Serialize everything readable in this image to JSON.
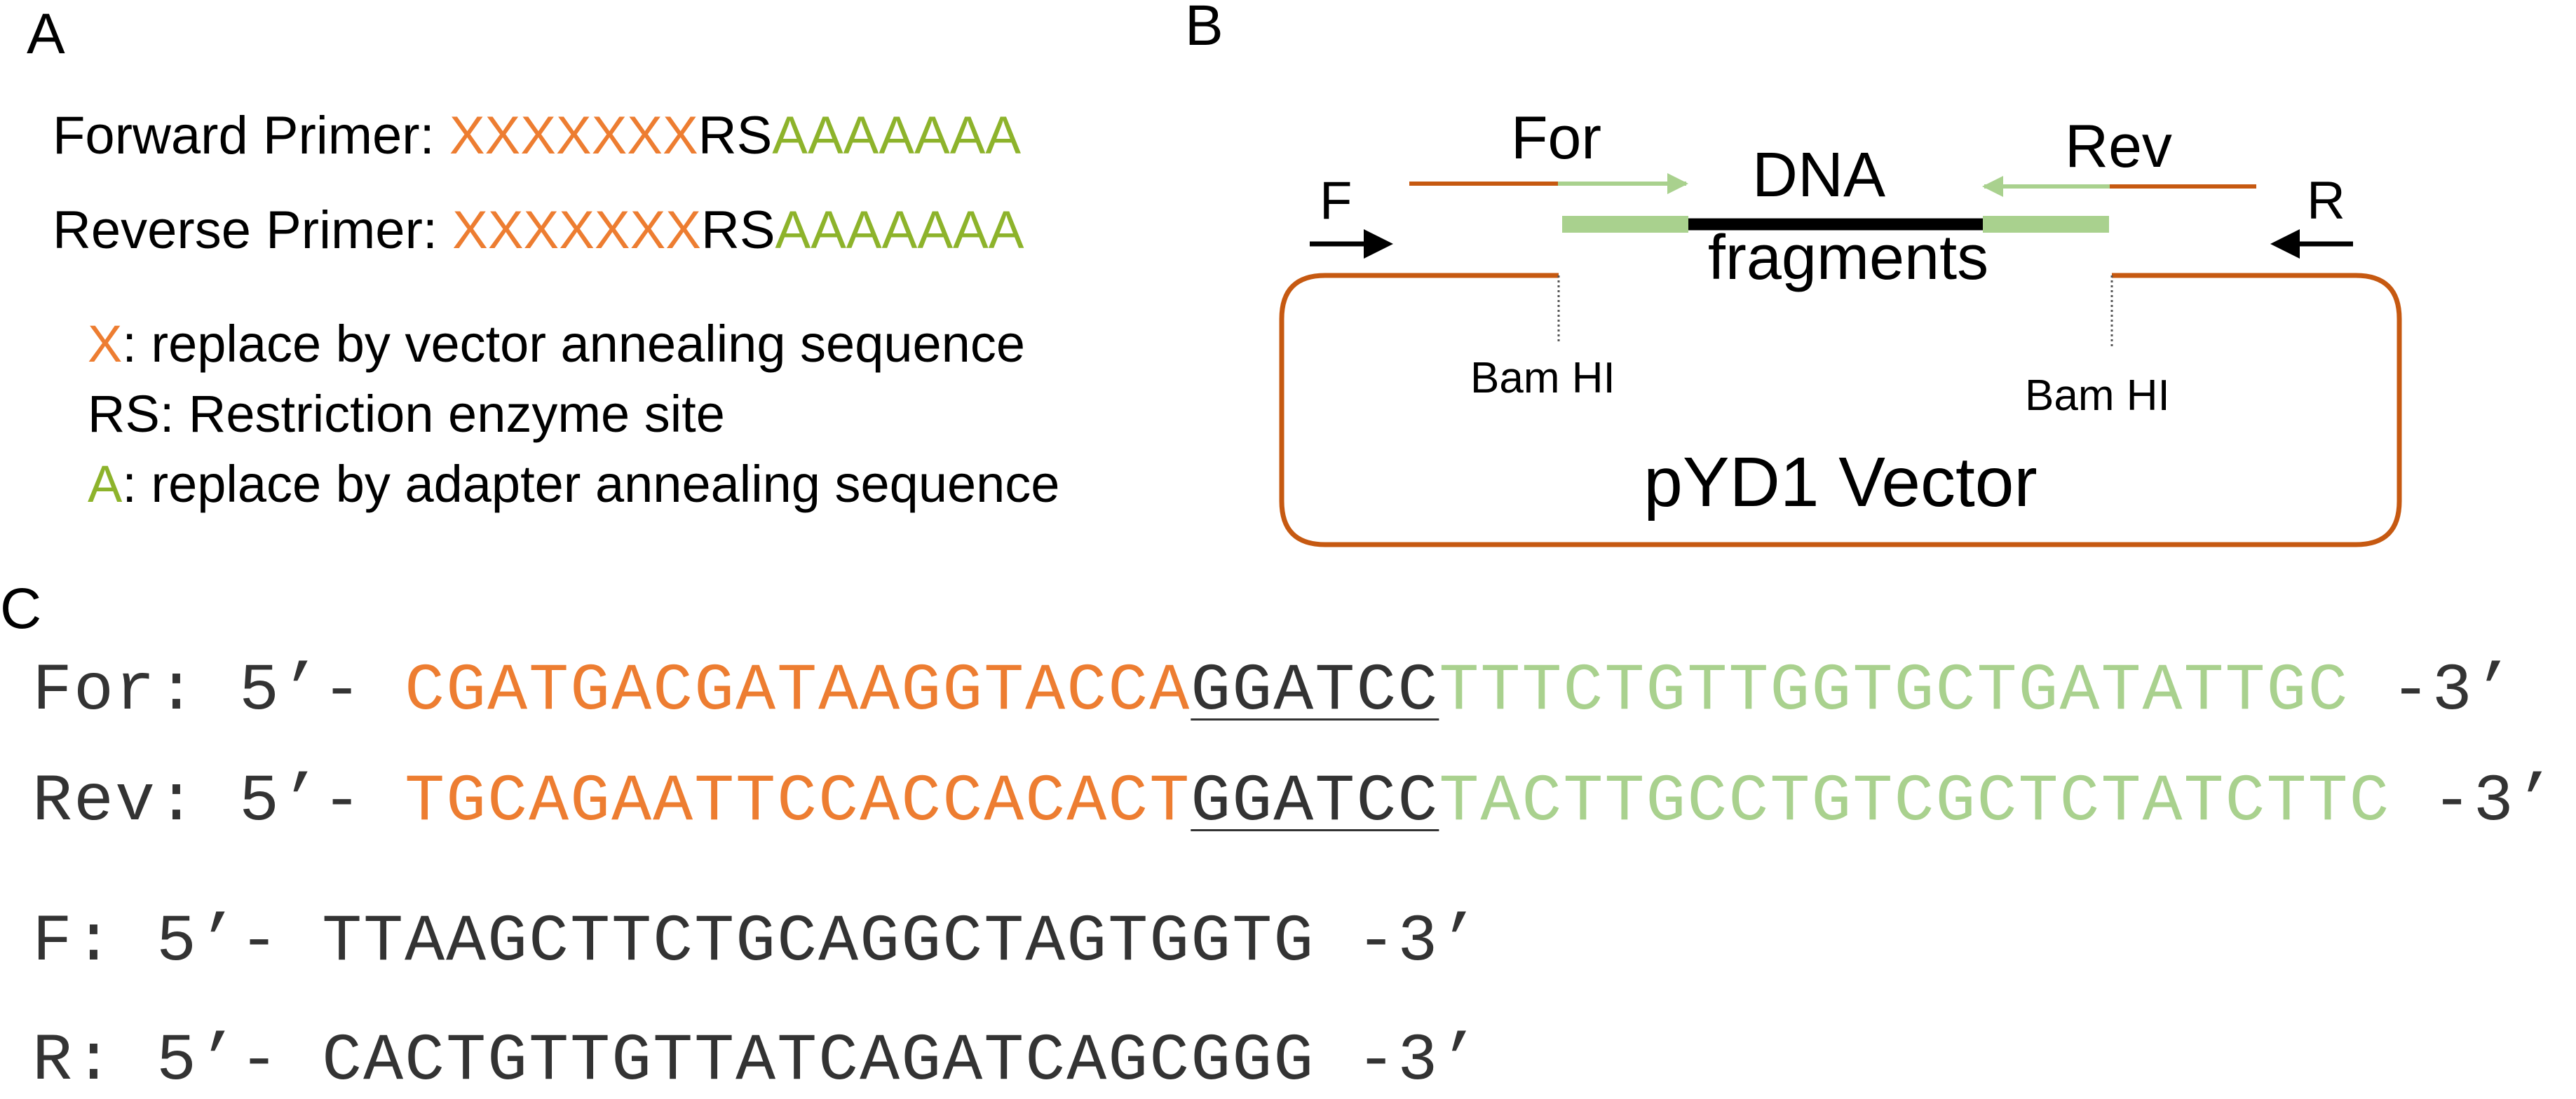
{
  "panel_a": {
    "label": "A",
    "forward": {
      "label": "Forward Primer: ",
      "x": "XXXXXXX",
      "rs": "RS",
      "a": "AAAAAAA"
    },
    "reverse": {
      "label": "Reverse Primer: ",
      "x": "XXXXXXX",
      "rs": "RS",
      "a": "AAAAAAA"
    },
    "legend": [
      {
        "key": "X",
        "text": ": replace by vector annealing sequence"
      },
      {
        "key": "RS",
        "text": ": Restriction enzyme site"
      },
      {
        "key": "A",
        "text": ": replace by adapter annealing sequence"
      }
    ]
  },
  "panel_b": {
    "label": "B",
    "for_label": "For",
    "rev_label": "Rev",
    "dna_line1": "DNA",
    "dna_line2": "fragments",
    "f_label": "F",
    "r_label": "R",
    "bam_left": "Bam HI",
    "bam_right": "Bam HI",
    "vector_label": "pYD1 Vector",
    "colors": {
      "vector": "#C65911",
      "green": "#A9D18E",
      "fragment": "#000000"
    }
  },
  "panel_c": {
    "label": "C",
    "for_seq": {
      "prefix": "For: 5’- ",
      "orange": "CGATGACGATAAGGTACCA",
      "site": "GGATCC",
      "green": "TTTCTGTTGGTGCTGATATTGC",
      "suffix": " -3’"
    },
    "rev_seq": {
      "prefix": "Rev: 5’- ",
      "orange": "TGCAGAATTCCACCACACT",
      "site": "GGATCC",
      "green": "TACTTGCCTGTCGCTCTATCTTC",
      "suffix": " -3’"
    },
    "f_seq": "F: 5’- TTAAGCTTCTGCAGGCTAGTGGTG -3’",
    "r_seq": "R: 5’- CACTGTTGTTATCAGATCAGCGGG -3’"
  }
}
